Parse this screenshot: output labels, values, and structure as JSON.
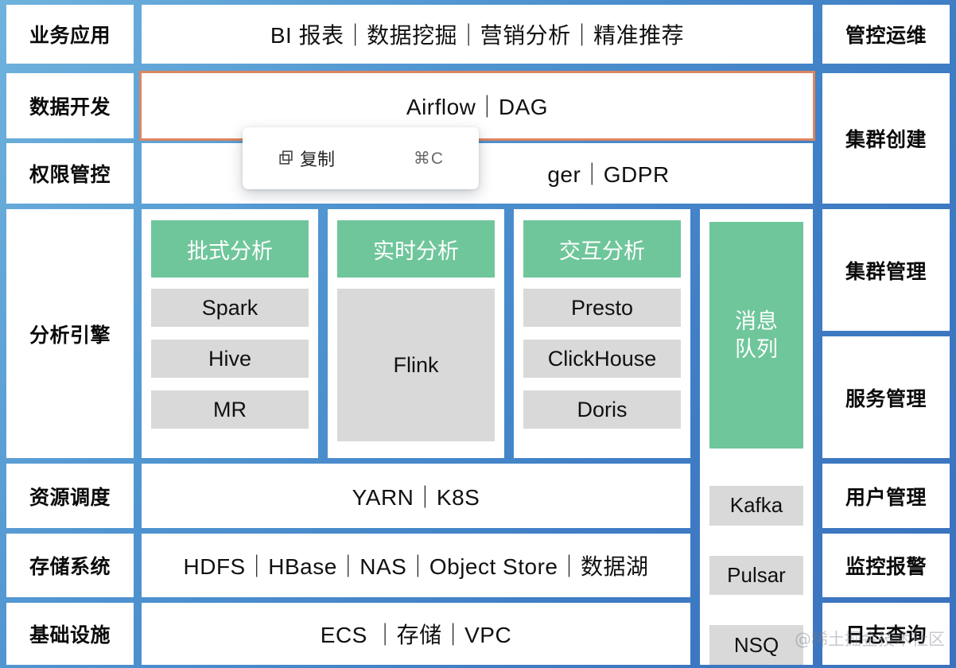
{
  "theme": {
    "background_blue": "#4f94d0",
    "border_blue": "#3c7dc8",
    "accent_green": "#6fc69b",
    "item_gray": "#d9d9d9",
    "selection_orange": "#dd8560",
    "cell_white": "#ffffff"
  },
  "left_column": {
    "items": [
      {
        "label": "业务应用"
      },
      {
        "label": "数据开发"
      },
      {
        "label": "权限管控"
      },
      {
        "label": "分析引擎"
      },
      {
        "label": "资源调度"
      },
      {
        "label": "存储系统"
      },
      {
        "label": "基础设施"
      }
    ]
  },
  "rows": {
    "business_apps": "BI 报表｜数据挖掘｜营销分析｜精准推荐",
    "data_dev": "Airflow｜DAG",
    "permission": "ger｜GDPR",
    "resource_schedule": "YARN｜K8S",
    "storage": "HDFS｜HBase｜NAS｜Object Store｜数据湖",
    "infrastructure": "ECS ｜存储｜VPC"
  },
  "engines": [
    {
      "title": "批式分析",
      "items": [
        "Spark",
        "Hive",
        "MR"
      ]
    },
    {
      "title": "实时分析",
      "items": [
        "Flink"
      ]
    },
    {
      "title": "交互分析",
      "items": [
        "Presto",
        "ClickHouse",
        "Doris"
      ]
    }
  ],
  "message_queue": {
    "title": "消息\n队列",
    "title_line1": "消息",
    "title_line2": "队列",
    "items": [
      "Kafka",
      "Pulsar",
      "NSQ"
    ]
  },
  "right_column": {
    "items": [
      {
        "label": "管控运维"
      },
      {
        "label": "集群创建"
      },
      {
        "label": "集群管理"
      },
      {
        "label": "服务管理"
      },
      {
        "label": "用户管理"
      },
      {
        "label": "监控报警"
      },
      {
        "label": "日志查询"
      }
    ]
  },
  "context_menu": {
    "visible": true,
    "items": [
      {
        "icon": "copy-icon",
        "label": "复制",
        "shortcut": "⌘C"
      }
    ]
  },
  "watermark": {
    "text": "@稀土掘金技术社区"
  }
}
